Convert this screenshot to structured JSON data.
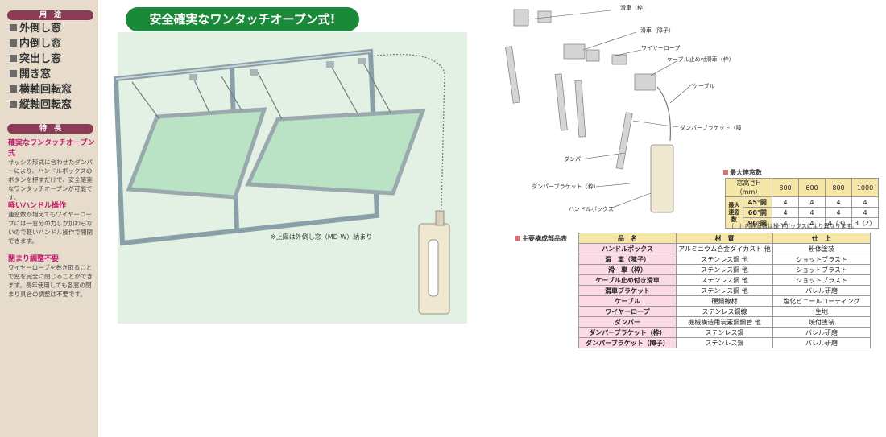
{
  "sidebar": {
    "uses_heading": "用　途",
    "uses": [
      "外倒し窓",
      "内倒し窓",
      "突出し窓",
      "開き窓",
      "横軸回転窓",
      "縦軸回転窓"
    ],
    "features_heading": "特　長",
    "features": [
      {
        "title": "確実なワンタッチオープン式",
        "body": "サッシの形式に合わせたダンパーにより、ハンドルボックスのボタンを押すだけで、安全確実なワンタッチオープンが可能です。"
      },
      {
        "title": "軽いハンドル操作",
        "body": "連窓数が増えてもワイヤーロープには一窓分の力しか加わらないので軽いハンドル操作で開閉できます。"
      },
      {
        "title": "閉まり調整不要",
        "body": "ワイヤーロープを巻き取ることで窓を完全に閉じることができます。長年使用しても各窓の閉まり具合の調整は不要です。"
      }
    ]
  },
  "banner": "安全確実なワンタッチオープン式!",
  "illustration_note": "※上図は外倒し窓（MD-W）納まり",
  "parts_labels": {
    "pulley_frame": "滑車（枠）",
    "pulley_sash": "滑車（障子）",
    "wire_rope": "ワイヤーロープ",
    "cable_stop_pulley": "ケーブル止め付滑車（枠）",
    "cable": "ケーブル",
    "damper_bracket_sash": "ダンパーブラケット（障子）",
    "damper": "ダンパー",
    "damper_bracket_frame": "ダンパーブラケット（枠）",
    "handle_box": "ハンドルボックス"
  },
  "max_windows": {
    "title": "最大連窓数",
    "corner_label": "窓高さH（mm）",
    "heights": [
      "300",
      "600",
      "800",
      "1000"
    ],
    "row_head": "最大連窓数",
    "rows": [
      {
        "angle": "45°開",
        "values": [
          "4",
          "4",
          "4",
          "4"
        ]
      },
      {
        "angle": "60°開",
        "values": [
          "4",
          "4",
          "4",
          "4"
        ]
      },
      {
        "angle": "90°開",
        "values": [
          "4",
          "4",
          "4（3）",
          "3（2）"
        ]
      }
    ],
    "note": "（　）内連窓数は操作ボックスにより異なります。"
  },
  "parts_table": {
    "title": "主要構成部品表",
    "headers": [
      "品　名",
      "材　質",
      "仕　上"
    ],
    "rows": [
      [
        "ハンドルボックス",
        "アルミニウム合金ダイカスト 他",
        "粉体塗装"
      ],
      [
        "滑　車（障子）",
        "ステンレス鋼 他",
        "ショットブラスト"
      ],
      [
        "滑　車（枠）",
        "ステンレス鋼 他",
        "ショットブラスト"
      ],
      [
        "ケーブル止め付き滑車",
        "ステンレス鋼 他",
        "ショットブラスト"
      ],
      [
        "滑車ブラケット",
        "ステンレス鋼 他",
        "バレル研磨"
      ],
      [
        "ケーブル",
        "硬鋼線材",
        "塩化ビニールコーティング"
      ],
      [
        "ワイヤーロープ",
        "ステンレス鋼線",
        "生地"
      ],
      [
        "ダンパー",
        "機械構造用炭素鋼鋼管 他",
        "焼付塗装"
      ],
      [
        "ダンパーブラケット（枠）",
        "ステンレス鋼",
        "バレル研磨"
      ],
      [
        "ダンパーブラケット（障子）",
        "ステンレス鋼",
        "バレル研磨"
      ]
    ]
  },
  "colors": {
    "sidebar_bg": "#e7dccb",
    "heading_bg": "#8a3b55",
    "feature_title": "#c0186a",
    "banner_bg": "#1a8a3a",
    "table_header": "#f6e7a8",
    "table_name": "#fbd9e6"
  }
}
